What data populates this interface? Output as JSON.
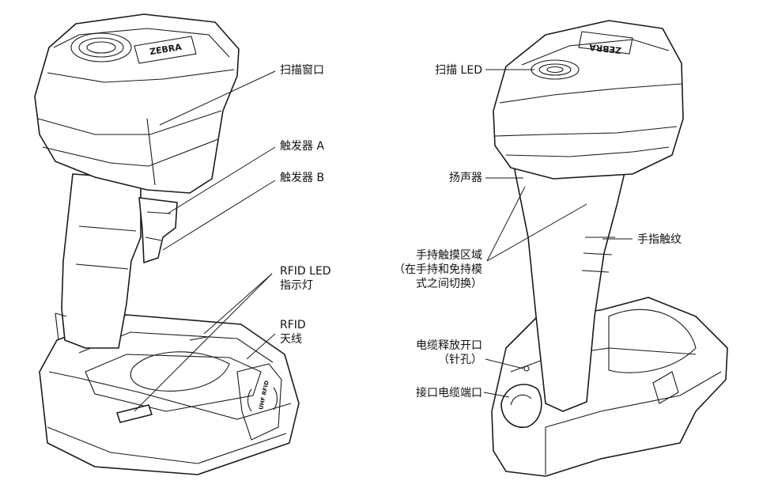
{
  "left_device": {
    "logo": "ZEBRA",
    "cradle_badge": "UHF RFID",
    "labels": {
      "scan_window": "扫描窗口",
      "trigger_a": "触发器 A",
      "trigger_b": "触发器 B",
      "rfid_led_line1": "RFID LED",
      "rfid_led_line2": "指示灯",
      "rfid_antenna_line1": "RFID",
      "rfid_antenna_line2": "天线"
    }
  },
  "right_device": {
    "logo": "ZEBRA",
    "labels": {
      "scan_led": "扫描 LED",
      "speaker": "扬声器",
      "touch_area_line1": "手持触摸区域",
      "touch_area_line2": "（在手持和免持模",
      "touch_area_line3": "式之间切换）",
      "finger_grip": "手指触纹",
      "cable_release_line1": "电缆释放开口",
      "cable_release_line2": "（针孔）",
      "interface_port": "接口电缆端口"
    }
  }
}
